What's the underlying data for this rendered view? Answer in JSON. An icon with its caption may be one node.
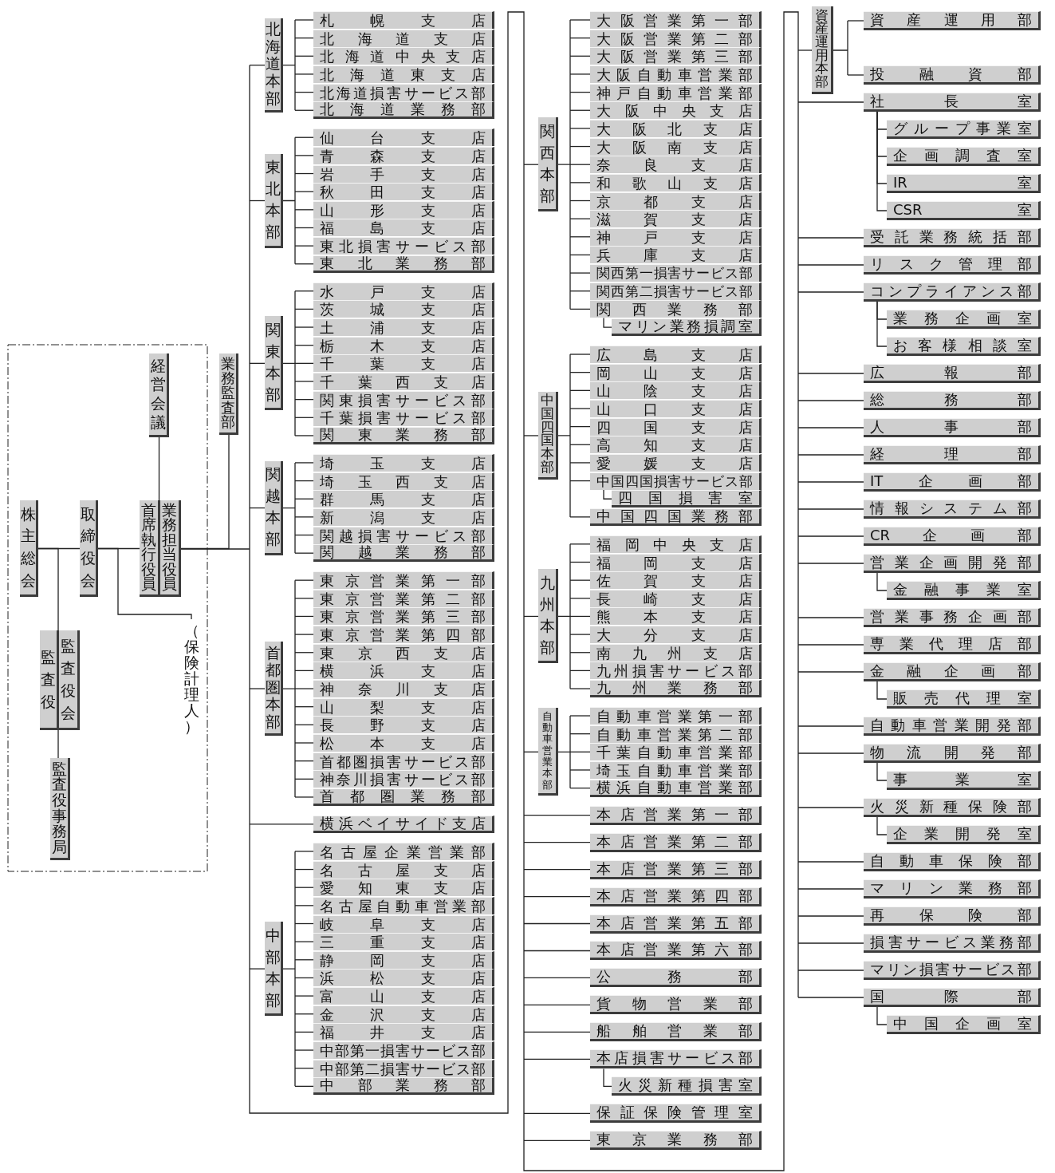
{
  "diagram": {
    "nodes": [
      {
        "text": [
          "株主総会"
        ]
      },
      {
        "text": [
          "取締役会"
        ]
      },
      {
        "text": [
          "経営会議"
        ]
      },
      {
        "text": [
          "首席執行役員"
        ]
      },
      {
        "text": [
          "業務担当役員"
        ]
      },
      {
        "text": [
          "業務監査部"
        ]
      },
      {
        "text": [
          "（保険計理人）"
        ]
      },
      {
        "text": [
          "監査役"
        ]
      },
      {
        "text": [
          "監査役会"
        ]
      },
      {
        "text": [
          "監査役事務局"
        ]
      },
      {
        "text": [
          "北海道本部"
        ]
      },
      {
        "text": [
          "札幌支店"
        ]
      },
      {
        "text": [
          "北海道支店"
        ]
      },
      {
        "text": [
          "北海道中央支店"
        ]
      },
      {
        "text": [
          "北海道東支店"
        ]
      },
      {
        "text": [
          "北海道損害サービス部"
        ]
      },
      {
        "text": [
          "北海道業務部"
        ]
      },
      {
        "text": [
          "東北本部"
        ]
      },
      {
        "text": [
          "仙台支店"
        ]
      },
      {
        "text": [
          "青森支店"
        ]
      },
      {
        "text": [
          "岩手支店"
        ]
      },
      {
        "text": [
          "秋田支店"
        ]
      },
      {
        "text": [
          "山形支店"
        ]
      },
      {
        "text": [
          "福島支店"
        ]
      },
      {
        "text": [
          "東北損害サービス部"
        ]
      },
      {
        "text": [
          "東北業務部"
        ]
      },
      {
        "text": [
          "関東本部"
        ]
      },
      {
        "text": [
          "水戸支店"
        ]
      },
      {
        "text": [
          "茨城支店"
        ]
      },
      {
        "text": [
          "土浦支店"
        ]
      },
      {
        "text": [
          "栃木支店"
        ]
      },
      {
        "text": [
          "千葉支店"
        ]
      },
      {
        "text": [
          "千葉西支店"
        ]
      },
      {
        "text": [
          "関東損害サービス部"
        ]
      },
      {
        "text": [
          "千葉損害サービス部"
        ]
      },
      {
        "text": [
          "関東業務部"
        ]
      },
      {
        "text": [
          "関越本部"
        ]
      },
      {
        "text": [
          "埼玉支店"
        ]
      },
      {
        "text": [
          "埼玉西支店"
        ]
      },
      {
        "text": [
          "群馬支店"
        ]
      },
      {
        "text": [
          "新潟支店"
        ]
      },
      {
        "text": [
          "関越損害サービス部"
        ]
      },
      {
        "text": [
          "関越業務部"
        ]
      },
      {
        "text": [
          "首都圏本部"
        ]
      },
      {
        "text": [
          "東京営業第一部"
        ]
      },
      {
        "text": [
          "東京営業第二部"
        ]
      },
      {
        "text": [
          "東京営業第三部"
        ]
      },
      {
        "text": [
          "東京営業第四部"
        ]
      },
      {
        "text": [
          "東京西支店"
        ]
      },
      {
        "text": [
          "横浜支店"
        ]
      },
      {
        "text": [
          "神奈川支店"
        ]
      },
      {
        "text": [
          "山梨支店"
        ]
      },
      {
        "text": [
          "長野支店"
        ]
      },
      {
        "text": [
          "松本支店"
        ]
      },
      {
        "text": [
          "首都圏損害サービス部"
        ]
      },
      {
        "text": [
          "神奈川損害サービス部"
        ]
      },
      {
        "text": [
          "首都圏業務部"
        ]
      },
      {
        "text": [
          "横浜ベイサイド支店"
        ]
      },
      {
        "text": [
          "中部本部"
        ]
      },
      {
        "text": [
          "名古屋企業営業部"
        ]
      },
      {
        "text": [
          "名古屋支店"
        ]
      },
      {
        "text": [
          "愛知東支店"
        ]
      },
      {
        "text": [
          "名古屋自動車営業部"
        ]
      },
      {
        "text": [
          "岐阜支店"
        ]
      },
      {
        "text": [
          "三重支店"
        ]
      },
      {
        "text": [
          "静岡支店"
        ]
      },
      {
        "text": [
          "浜松支店"
        ]
      },
      {
        "text": [
          "富山支店"
        ]
      },
      {
        "text": [
          "金沢支店"
        ]
      },
      {
        "text": [
          "福井支店"
        ]
      },
      {
        "text": [
          "中部第一損害サービス部"
        ]
      },
      {
        "text": [
          "中部第二損害サービス部"
        ]
      },
      {
        "text": [
          "中部業務部"
        ]
      },
      {
        "text": [
          "関西本部"
        ]
      },
      {
        "text": [
          "大阪営業第一部"
        ]
      },
      {
        "text": [
          "大阪営業第二部"
        ]
      },
      {
        "text": [
          "大阪営業第三部"
        ]
      },
      {
        "text": [
          "大阪自動車営業部"
        ]
      },
      {
        "text": [
          "神戸自動車営業部"
        ]
      },
      {
        "text": [
          "大阪中央支店"
        ]
      },
      {
        "text": [
          "大阪北支店"
        ]
      },
      {
        "text": [
          "大阪南支店"
        ]
      },
      {
        "text": [
          "奈良支店"
        ]
      },
      {
        "text": [
          "和歌山支店"
        ]
      },
      {
        "text": [
          "京都支店"
        ]
      },
      {
        "text": [
          "滋賀支店"
        ]
      },
      {
        "text": [
          "神戸支店"
        ]
      },
      {
        "text": [
          "兵庫支店"
        ]
      },
      {
        "text": [
          "関西第一損害サービス部"
        ]
      },
      {
        "text": [
          "関西第二損害サービス部"
        ]
      },
      {
        "text": [
          "関西業務部"
        ]
      },
      {
        "text": [
          "マリン業務損調室"
        ]
      },
      {
        "text": [
          "中国四国本部"
        ]
      },
      {
        "text": [
          "広島支店"
        ]
      },
      {
        "text": [
          "岡山支店"
        ]
      },
      {
        "text": [
          "山陰支店"
        ]
      },
      {
        "text": [
          "山口支店"
        ]
      },
      {
        "text": [
          "四国支店"
        ]
      },
      {
        "text": [
          "高知支店"
        ]
      },
      {
        "text": [
          "愛媛支店"
        ]
      },
      {
        "text": [
          "中国四国損害サービス部"
        ]
      },
      {
        "text": [
          "四国損害室"
        ]
      },
      {
        "text": [
          "中国四国業務部"
        ]
      },
      {
        "text": [
          "九州本部"
        ]
      },
      {
        "text": [
          "福岡中央支店"
        ]
      },
      {
        "text": [
          "福岡支店"
        ]
      },
      {
        "text": [
          "佐賀支店"
        ]
      },
      {
        "text": [
          "長崎支店"
        ]
      },
      {
        "text": [
          "熊本支店"
        ]
      },
      {
        "text": [
          "大分支店"
        ]
      },
      {
        "text": [
          "南九州支店"
        ]
      },
      {
        "text": [
          "九州損害サービス部"
        ]
      },
      {
        "text": [
          "九州業務部"
        ]
      },
      {
        "text": [
          "自動車営業本部"
        ]
      },
      {
        "text": [
          "自動車営業第一部"
        ]
      },
      {
        "text": [
          "自動車営業第二部"
        ]
      },
      {
        "text": [
          "千葉自動車営業部"
        ]
      },
      {
        "text": [
          "埼玉自動車営業部"
        ]
      },
      {
        "text": [
          "横浜自動車営業部"
        ]
      },
      {
        "text": [
          "本店営業第一部"
        ]
      },
      {
        "text": [
          "本店営業第二部"
        ]
      },
      {
        "text": [
          "本店営業第三部"
        ]
      },
      {
        "text": [
          "本店営業第四部"
        ]
      },
      {
        "text": [
          "本店営業第五部"
        ]
      },
      {
        "text": [
          "本店営業第六部"
        ]
      },
      {
        "text": [
          "公務部"
        ]
      },
      {
        "text": [
          "貨物営業部"
        ]
      },
      {
        "text": [
          "船舶営業部"
        ]
      },
      {
        "text": [
          "本店損害サービス部"
        ]
      },
      {
        "text": [
          "火災新種損害室"
        ]
      },
      {
        "text": [
          "保証保険管理室"
        ]
      },
      {
        "text": [
          "東京業務部"
        ]
      },
      {
        "text": [
          "資産運用本部"
        ]
      },
      {
        "text": [
          "資産運用部"
        ]
      },
      {
        "text": [
          "投融資部"
        ]
      },
      {
        "text": [
          "社長室"
        ]
      },
      {
        "text": [
          "グループ事業室"
        ]
      },
      {
        "text": [
          "企画調査室"
        ]
      },
      {
        "text": [
          "IR室"
        ]
      },
      {
        "text": [
          "CSR室"
        ]
      },
      {
        "text": [
          "受託業務統括部"
        ]
      },
      {
        "text": [
          "リスク管理部"
        ]
      },
      {
        "text": [
          "コンプライアンス部"
        ]
      },
      {
        "text": [
          "業務企画室"
        ]
      },
      {
        "text": [
          "お客様相談室"
        ]
      },
      {
        "text": [
          "広報部"
        ]
      },
      {
        "text": [
          "総務部"
        ]
      },
      {
        "text": [
          "人事部"
        ]
      },
      {
        "text": [
          "経理部"
        ]
      },
      {
        "text": [
          "IT企画部"
        ]
      },
      {
        "text": [
          "情報システム部"
        ]
      },
      {
        "text": [
          "CR企画部"
        ]
      },
      {
        "text": [
          "営業企画開発部"
        ]
      },
      {
        "text": [
          "金融事業室"
        ]
      },
      {
        "text": [
          "営業事務企画部"
        ]
      },
      {
        "text": [
          "専業代理店部"
        ]
      },
      {
        "text": [
          "金融企画部"
        ]
      },
      {
        "text": [
          "販売代理室"
        ]
      },
      {
        "text": [
          "自動車営業開発部"
        ]
      },
      {
        "text": [
          "物流開発部"
        ]
      },
      {
        "text": [
          "事業室"
        ]
      },
      {
        "text": [
          "火災新種保険部"
        ]
      },
      {
        "text": [
          "企業開発室"
        ]
      },
      {
        "text": [
          "自動車保険部"
        ]
      },
      {
        "text": [
          "マリン業務部"
        ]
      },
      {
        "text": [
          "再保険部"
        ]
      },
      {
        "text": [
          "損害サービス業務部"
        ]
      },
      {
        "text": [
          "マリン損害サービス部"
        ]
      },
      {
        "text": [
          "国際部"
        ]
      },
      {
        "text": [
          "中国企画室"
        ]
      }
    ],
    "edges": [
      {
        "from": 0,
        "to": 1,
        "arrow": "none"
      },
      {
        "from": 0,
        "to": 7,
        "arrow": "none"
      },
      {
        "from": 7,
        "to": 9,
        "arrow": "none"
      },
      {
        "from": 1,
        "to": 3,
        "arrow": "none"
      },
      {
        "from": 2,
        "to": 3,
        "arrow": "none"
      },
      {
        "from": 1,
        "to": 6,
        "arrow": "none"
      },
      {
        "from": 4,
        "to": 5,
        "arrow": "none"
      },
      {
        "from": 4,
        "to": 10,
        "arrow": "none"
      },
      {
        "from": 10,
        "to": 11,
        "arrow": "none"
      },
      {
        "from": 10,
        "to": 12,
        "arrow": "none"
      },
      {
        "from": 10,
        "to": 13,
        "arrow": "none"
      },
      {
        "from": 10,
        "to": 14,
        "arrow": "none"
      },
      {
        "from": 10,
        "to": 15,
        "arrow": "none"
      },
      {
        "from": 10,
        "to": 16,
        "arrow": "none"
      },
      {
        "from": 4,
        "to": 17,
        "arrow": "none"
      },
      {
        "from": 17,
        "to": 18,
        "arrow": "none"
      },
      {
        "from": 17,
        "to": 19,
        "arrow": "none"
      },
      {
        "from": 17,
        "to": 20,
        "arrow": "none"
      },
      {
        "from": 17,
        "to": 21,
        "arrow": "none"
      },
      {
        "from": 17,
        "to": 22,
        "arrow": "none"
      },
      {
        "from": 17,
        "to": 23,
        "arrow": "none"
      },
      {
        "from": 17,
        "to": 24,
        "arrow": "none"
      },
      {
        "from": 17,
        "to": 25,
        "arrow": "none"
      },
      {
        "from": 4,
        "to": 26,
        "arrow": "none"
      },
      {
        "from": 26,
        "to": 27,
        "arrow": "none"
      },
      {
        "from": 26,
        "to": 28,
        "arrow": "none"
      },
      {
        "from": 26,
        "to": 29,
        "arrow": "none"
      },
      {
        "from": 26,
        "to": 30,
        "arrow": "none"
      },
      {
        "from": 26,
        "to": 31,
        "arrow": "none"
      },
      {
        "from": 26,
        "to": 32,
        "arrow": "none"
      },
      {
        "from": 26,
        "to": 33,
        "arrow": "none"
      },
      {
        "from": 26,
        "to": 34,
        "arrow": "none"
      },
      {
        "from": 26,
        "to": 35,
        "arrow": "none"
      },
      {
        "from": 4,
        "to": 36,
        "arrow": "none"
      },
      {
        "from": 36,
        "to": 37,
        "arrow": "none"
      },
      {
        "from": 36,
        "to": 38,
        "arrow": "none"
      },
      {
        "from": 36,
        "to": 39,
        "arrow": "none"
      },
      {
        "from": 36,
        "to": 40,
        "arrow": "none"
      },
      {
        "from": 36,
        "to": 41,
        "arrow": "none"
      },
      {
        "from": 36,
        "to": 42,
        "arrow": "none"
      },
      {
        "from": 4,
        "to": 43,
        "arrow": "none"
      },
      {
        "from": 43,
        "to": 44,
        "arrow": "none"
      },
      {
        "from": 43,
        "to": 45,
        "arrow": "none"
      },
      {
        "from": 43,
        "to": 46,
        "arrow": "none"
      },
      {
        "from": 43,
        "to": 47,
        "arrow": "none"
      },
      {
        "from": 43,
        "to": 48,
        "arrow": "none"
      },
      {
        "from": 43,
        "to": 49,
        "arrow": "none"
      },
      {
        "from": 43,
        "to": 50,
        "arrow": "none"
      },
      {
        "from": 43,
        "to": 51,
        "arrow": "none"
      },
      {
        "from": 43,
        "to": 52,
        "arrow": "none"
      },
      {
        "from": 43,
        "to": 53,
        "arrow": "none"
      },
      {
        "from": 43,
        "to": 54,
        "arrow": "none"
      },
      {
        "from": 43,
        "to": 55,
        "arrow": "none"
      },
      {
        "from": 43,
        "to": 56,
        "arrow": "none"
      },
      {
        "from": 4,
        "to": 57,
        "arrow": "none"
      },
      {
        "from": 4,
        "to": 58,
        "arrow": "none"
      },
      {
        "from": 58,
        "to": 59,
        "arrow": "none"
      },
      {
        "from": 58,
        "to": 60,
        "arrow": "none"
      },
      {
        "from": 58,
        "to": 61,
        "arrow": "none"
      },
      {
        "from": 58,
        "to": 62,
        "arrow": "none"
      },
      {
        "from": 58,
        "to": 63,
        "arrow": "none"
      },
      {
        "from": 58,
        "to": 64,
        "arrow": "none"
      },
      {
        "from": 58,
        "to": 65,
        "arrow": "none"
      },
      {
        "from": 58,
        "to": 66,
        "arrow": "none"
      },
      {
        "from": 58,
        "to": 67,
        "arrow": "none"
      },
      {
        "from": 58,
        "to": 68,
        "arrow": "none"
      },
      {
        "from": 58,
        "to": 69,
        "arrow": "none"
      },
      {
        "from": 58,
        "to": 70,
        "arrow": "none"
      },
      {
        "from": 58,
        "to": 71,
        "arrow": "none"
      },
      {
        "from": 58,
        "to": 72,
        "arrow": "none"
      },
      {
        "from": 4,
        "to": 73,
        "arrow": "none"
      },
      {
        "from": 73,
        "to": 74,
        "arrow": "none"
      },
      {
        "from": 73,
        "to": 75,
        "arrow": "none"
      },
      {
        "from": 73,
        "to": 76,
        "arrow": "none"
      },
      {
        "from": 73,
        "to": 77,
        "arrow": "none"
      },
      {
        "from": 73,
        "to": 78,
        "arrow": "none"
      },
      {
        "from": 73,
        "to": 79,
        "arrow": "none"
      },
      {
        "from": 73,
        "to": 80,
        "arrow": "none"
      },
      {
        "from": 73,
        "to": 81,
        "arrow": "none"
      },
      {
        "from": 73,
        "to": 82,
        "arrow": "none"
      },
      {
        "from": 73,
        "to": 83,
        "arrow": "none"
      },
      {
        "from": 73,
        "to": 84,
        "arrow": "none"
      },
      {
        "from": 73,
        "to": 85,
        "arrow": "none"
      },
      {
        "from": 73,
        "to": 86,
        "arrow": "none"
      },
      {
        "from": 73,
        "to": 87,
        "arrow": "none"
      },
      {
        "from": 73,
        "to": 88,
        "arrow": "none"
      },
      {
        "from": 73,
        "to": 89,
        "arrow": "none"
      },
      {
        "from": 73,
        "to": 90,
        "arrow": "none"
      },
      {
        "from": 90,
        "to": 91,
        "arrow": "none"
      },
      {
        "from": 4,
        "to": 92,
        "arrow": "none"
      },
      {
        "from": 92,
        "to": 93,
        "arrow": "none"
      },
      {
        "from": 92,
        "to": 94,
        "arrow": "none"
      },
      {
        "from": 92,
        "to": 95,
        "arrow": "none"
      },
      {
        "from": 92,
        "to": 96,
        "arrow": "none"
      },
      {
        "from": 92,
        "to": 97,
        "arrow": "none"
      },
      {
        "from": 92,
        "to": 98,
        "arrow": "none"
      },
      {
        "from": 92,
        "to": 99,
        "arrow": "none"
      },
      {
        "from": 92,
        "to": 100,
        "arrow": "none"
      },
      {
        "from": 100,
        "to": 101,
        "arrow": "none"
      },
      {
        "from": 92,
        "to": 102,
        "arrow": "none"
      },
      {
        "from": 4,
        "to": 103,
        "arrow": "none"
      },
      {
        "from": 103,
        "to": 104,
        "arrow": "none"
      },
      {
        "from": 103,
        "to": 105,
        "arrow": "none"
      },
      {
        "from": 103,
        "to": 106,
        "arrow": "none"
      },
      {
        "from": 103,
        "to": 107,
        "arrow": "none"
      },
      {
        "from": 103,
        "to": 108,
        "arrow": "none"
      },
      {
        "from": 103,
        "to": 109,
        "arrow": "none"
      },
      {
        "from": 103,
        "to": 110,
        "arrow": "none"
      },
      {
        "from": 103,
        "to": 111,
        "arrow": "none"
      },
      {
        "from": 103,
        "to": 112,
        "arrow": "none"
      },
      {
        "from": 4,
        "to": 113,
        "arrow": "none"
      },
      {
        "from": 113,
        "to": 114,
        "arrow": "none"
      },
      {
        "from": 113,
        "to": 115,
        "arrow": "none"
      },
      {
        "from": 113,
        "to": 116,
        "arrow": "none"
      },
      {
        "from": 113,
        "to": 117,
        "arrow": "none"
      },
      {
        "from": 113,
        "to": 118,
        "arrow": "none"
      },
      {
        "from": 4,
        "to": 119,
        "arrow": "none"
      },
      {
        "from": 4,
        "to": 120,
        "arrow": "none"
      },
      {
        "from": 4,
        "to": 121,
        "arrow": "none"
      },
      {
        "from": 4,
        "to": 122,
        "arrow": "none"
      },
      {
        "from": 4,
        "to": 123,
        "arrow": "none"
      },
      {
        "from": 4,
        "to": 124,
        "arrow": "none"
      },
      {
        "from": 4,
        "to": 125,
        "arrow": "none"
      },
      {
        "from": 4,
        "to": 126,
        "arrow": "none"
      },
      {
        "from": 4,
        "to": 127,
        "arrow": "none"
      },
      {
        "from": 4,
        "to": 128,
        "arrow": "none"
      },
      {
        "from": 128,
        "to": 129,
        "arrow": "none"
      },
      {
        "from": 4,
        "to": 130,
        "arrow": "none"
      },
      {
        "from": 4,
        "to": 131,
        "arrow": "none"
      },
      {
        "from": 4,
        "to": 132,
        "arrow": "none"
      },
      {
        "from": 132,
        "to": 133,
        "arrow": "none"
      },
      {
        "from": 132,
        "to": 134,
        "arrow": "none"
      },
      {
        "from": 4,
        "to": 135,
        "arrow": "none"
      },
      {
        "from": 135,
        "to": 136,
        "arrow": "none"
      },
      {
        "from": 135,
        "to": 137,
        "arrow": "none"
      },
      {
        "from": 135,
        "to": 138,
        "arrow": "none"
      },
      {
        "from": 135,
        "to": 139,
        "arrow": "none"
      },
      {
        "from": 4,
        "to": 140,
        "arrow": "none"
      },
      {
        "from": 4,
        "to": 141,
        "arrow": "none"
      },
      {
        "from": 4,
        "to": 142,
        "arrow": "none"
      },
      {
        "from": 142,
        "to": 143,
        "arrow": "none"
      },
      {
        "from": 142,
        "to": 144,
        "arrow": "none"
      },
      {
        "from": 4,
        "to": 145,
        "arrow": "none"
      },
      {
        "from": 4,
        "to": 146,
        "arrow": "none"
      },
      {
        "from": 4,
        "to": 147,
        "arrow": "none"
      },
      {
        "from": 4,
        "to": 148,
        "arrow": "none"
      },
      {
        "from": 4,
        "to": 149,
        "arrow": "none"
      },
      {
        "from": 4,
        "to": 150,
        "arrow": "none"
      },
      {
        "from": 4,
        "to": 151,
        "arrow": "none"
      },
      {
        "from": 4,
        "to": 152,
        "arrow": "none"
      },
      {
        "from": 152,
        "to": 153,
        "arrow": "none"
      },
      {
        "from": 4,
        "to": 154,
        "arrow": "none"
      },
      {
        "from": 4,
        "to": 155,
        "arrow": "none"
      },
      {
        "from": 4,
        "to": 156,
        "arrow": "none"
      },
      {
        "from": 156,
        "to": 157,
        "arrow": "none"
      },
      {
        "from": 4,
        "to": 158,
        "arrow": "none"
      },
      {
        "from": 4,
        "to": 159,
        "arrow": "none"
      },
      {
        "from": 159,
        "to": 160,
        "arrow": "none"
      },
      {
        "from": 4,
        "to": 161,
        "arrow": "none"
      },
      {
        "from": 161,
        "to": 162,
        "arrow": "none"
      },
      {
        "from": 4,
        "to": 163,
        "arrow": "none"
      },
      {
        "from": 4,
        "to": 164,
        "arrow": "none"
      },
      {
        "from": 4,
        "to": 165,
        "arrow": "none"
      },
      {
        "from": 4,
        "to": 166,
        "arrow": "none"
      },
      {
        "from": 4,
        "to": 167,
        "arrow": "none"
      },
      {
        "from": 4,
        "to": 168,
        "arrow": "none"
      },
      {
        "from": 168,
        "to": 169,
        "arrow": "none"
      }
    ]
  }
}
